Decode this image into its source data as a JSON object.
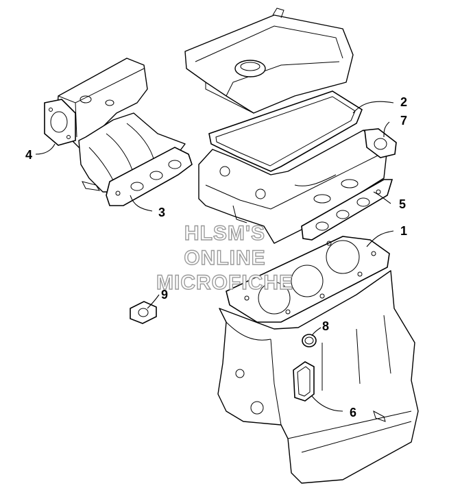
{
  "watermark": {
    "line1": "HLSM'S",
    "line2": "ONLINE",
    "line3": "MICROFICHE"
  },
  "callouts": [
    {
      "id": "1",
      "label": "1"
    },
    {
      "id": "2",
      "label": "2"
    },
    {
      "id": "3",
      "label": "3"
    },
    {
      "id": "4",
      "label": "4"
    },
    {
      "id": "5",
      "label": "5"
    },
    {
      "id": "6",
      "label": "6"
    },
    {
      "id": "7",
      "label": "7"
    },
    {
      "id": "8",
      "label": "8"
    },
    {
      "id": "9",
      "label": "9"
    }
  ]
}
